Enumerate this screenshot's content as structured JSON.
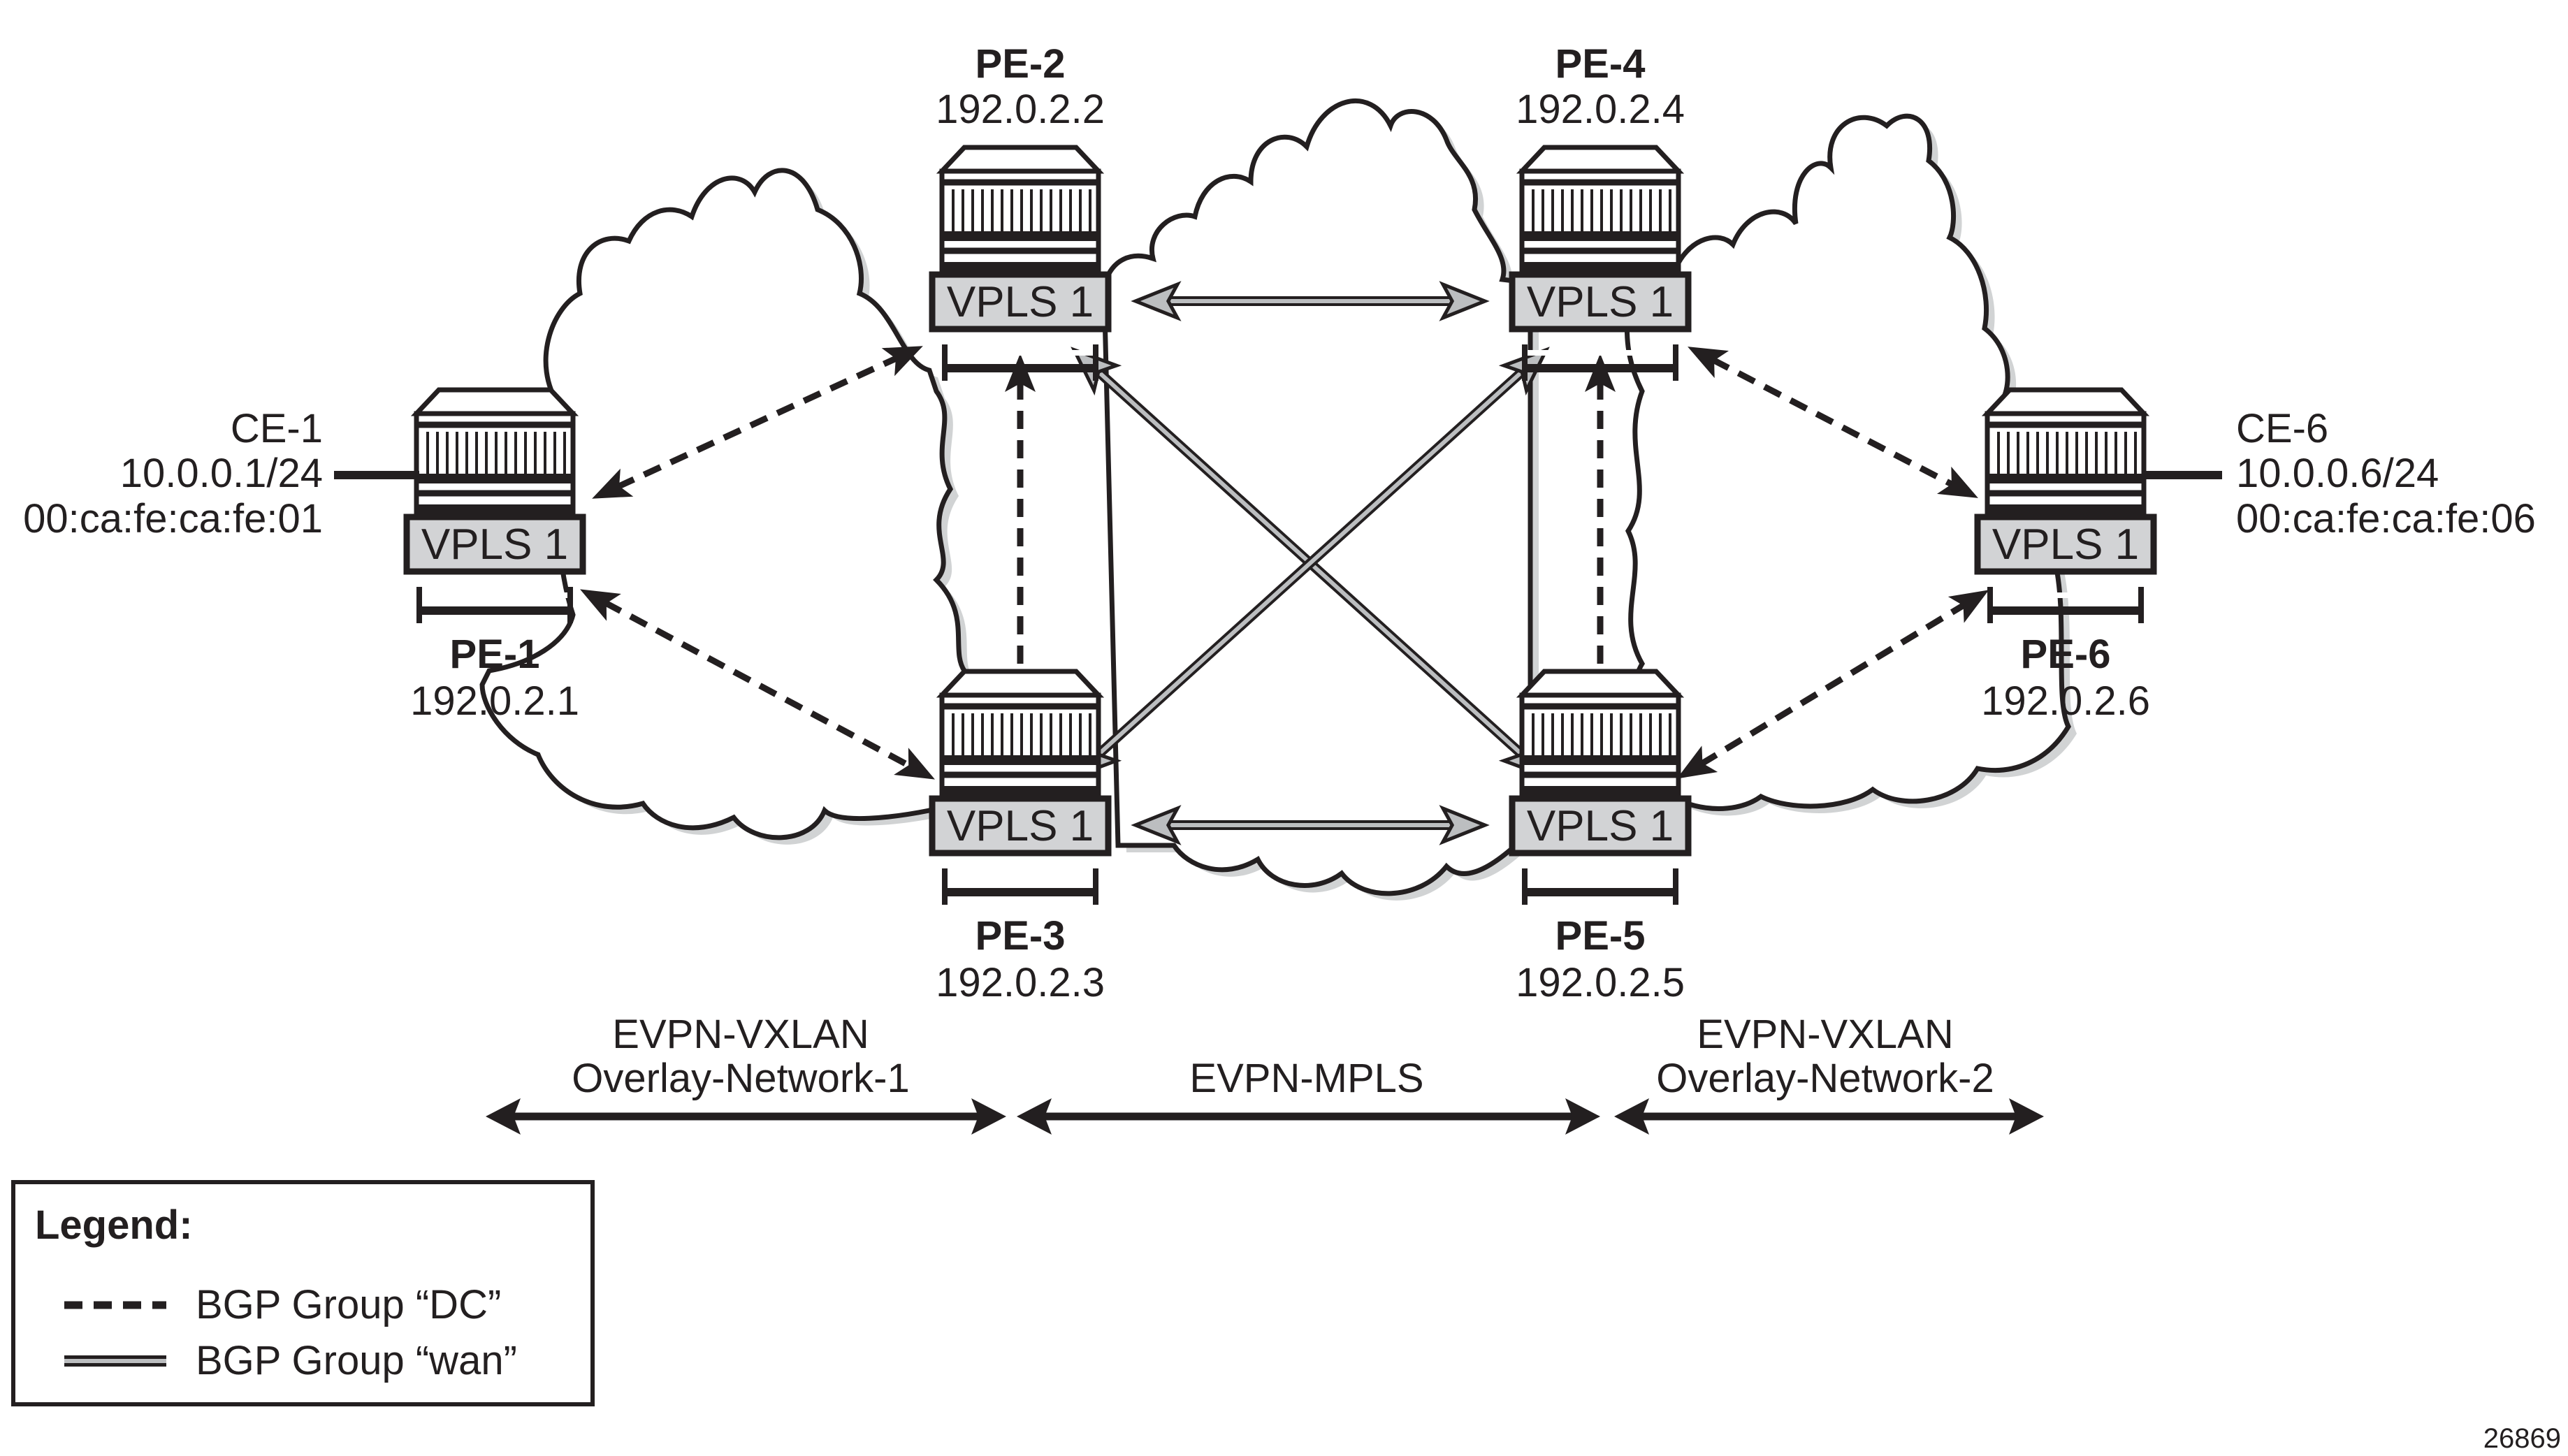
{
  "figure_id": "26869",
  "routers": [
    {
      "id": "PE-1",
      "name": "PE-1",
      "ip": "192.0.2.1",
      "service": "VPLS 1"
    },
    {
      "id": "PE-2",
      "name": "PE-2",
      "ip": "192.0.2.2",
      "service": "VPLS 1"
    },
    {
      "id": "PE-3",
      "name": "PE-3",
      "ip": "192.0.2.3",
      "service": "VPLS 1"
    },
    {
      "id": "PE-4",
      "name": "PE-4",
      "ip": "192.0.2.4",
      "service": "VPLS 1"
    },
    {
      "id": "PE-5",
      "name": "PE-5",
      "ip": "192.0.2.5",
      "service": "VPLS 1"
    },
    {
      "id": "PE-6",
      "name": "PE-6",
      "ip": "192.0.2.6",
      "service": "VPLS 1"
    }
  ],
  "ces": [
    {
      "name": "CE-1",
      "ip": "10.0.0.1/24",
      "mac": "00:ca:fe:ca:fe:01",
      "attached_to": "PE-1"
    },
    {
      "name": "CE-6",
      "ip": "10.0.0.6/24",
      "mac": "00:ca:fe:ca:fe:06",
      "attached_to": "PE-6"
    }
  ],
  "sessions": {
    "dc": [
      [
        "PE-1",
        "PE-2"
      ],
      [
        "PE-1",
        "PE-3"
      ],
      [
        "PE-2",
        "PE-3"
      ],
      [
        "PE-4",
        "PE-5"
      ],
      [
        "PE-4",
        "PE-6"
      ],
      [
        "PE-5",
        "PE-6"
      ]
    ],
    "wan": [
      [
        "PE-2",
        "PE-4"
      ],
      [
        "PE-3",
        "PE-5"
      ],
      [
        "PE-2",
        "PE-5"
      ],
      [
        "PE-3",
        "PE-4"
      ]
    ]
  },
  "domains": [
    {
      "line1": "EVPN-VXLAN",
      "line2": "Overlay-Network-1"
    },
    {
      "line1": "EVPN-MPLS",
      "line2": ""
    },
    {
      "line1": "EVPN-VXLAN",
      "line2": "Overlay-Network-2"
    }
  ],
  "legend": {
    "title": "Legend:",
    "items": [
      {
        "style": "dashed",
        "label": "BGP Group “DC”"
      },
      {
        "style": "double",
        "label": "BGP Group “wan”"
      }
    ]
  },
  "colors": {
    "ink": "#231f20",
    "vpls_fill": "#d2d3d5",
    "wan_fill": "#bcbec0",
    "cloud_shadow": "#d1d3d4"
  }
}
